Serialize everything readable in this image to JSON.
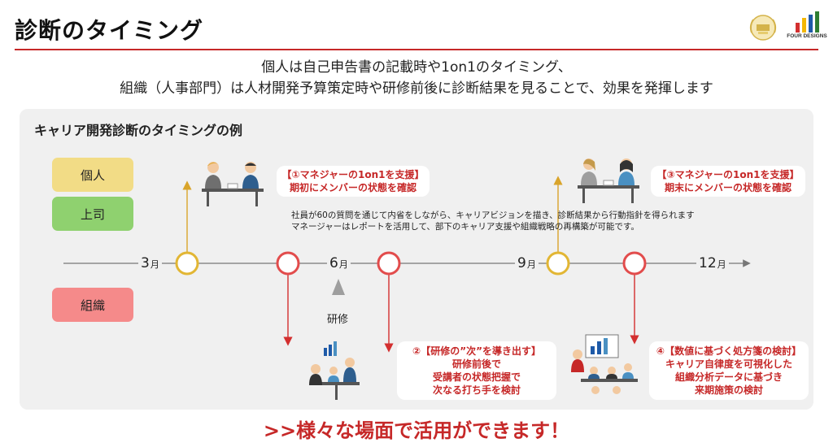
{
  "header": {
    "title": "診断のタイミング",
    "brand_name": "FOUR DESIGNS",
    "colors": {
      "accent_red": "#c62828"
    }
  },
  "subtitle": {
    "line1": "個人は自己申告書の記載時や1on1のタイミング、",
    "line2": "組織（人事部門）は人材開発予算策定時や研修前後に診断結果を見ることで、効果を発揮します"
  },
  "panel": {
    "title": "キャリア開発診断のタイミングの例",
    "roles": [
      {
        "label": "個人",
        "color": "#f2dc86"
      },
      {
        "label": "上司",
        "color": "#8fd16f"
      },
      {
        "label": "組織",
        "color": "#f58a8a"
      }
    ],
    "months": [
      {
        "num": "3",
        "unit": "月"
      },
      {
        "num": "6",
        "unit": "月"
      },
      {
        "num": "9",
        "unit": "月"
      },
      {
        "num": "12",
        "unit": "月"
      }
    ],
    "point1": {
      "line1": "【①マネジャーの1on1を支援】",
      "line2": "期初にメンバーの状態を確認"
    },
    "point3": {
      "line1": "【③マネジャーの1on1を支援】",
      "line2": "期末にメンバーの状態を確認"
    },
    "description": {
      "line1": "社員が60の質問を通じて内省をしながら、キャリアビジョンを描き、診断結果から行動指針を得られます",
      "line2": "マネージャーはレポートを活用して、部下のキャリア支援や組織戦略の再構築が可能です。"
    },
    "training_label": "研修",
    "point2": {
      "line1": "②【研修の”次”を導き出す】",
      "line2": "研修前後で",
      "line3": "受講者の状態把握で",
      "line4": "次なる打ち手を検討"
    },
    "point4": {
      "line1": "④【数値に基づく処方箋の検討】",
      "line2": "キャリア自律度を可視化した",
      "line3": "組織分析データに基づき",
      "line4": "来期施策の検討"
    },
    "icons": [
      "person-meeting-illustration",
      "team-analysis-illustration"
    ]
  },
  "cta": ">>様々な場面で活用ができます！"
}
